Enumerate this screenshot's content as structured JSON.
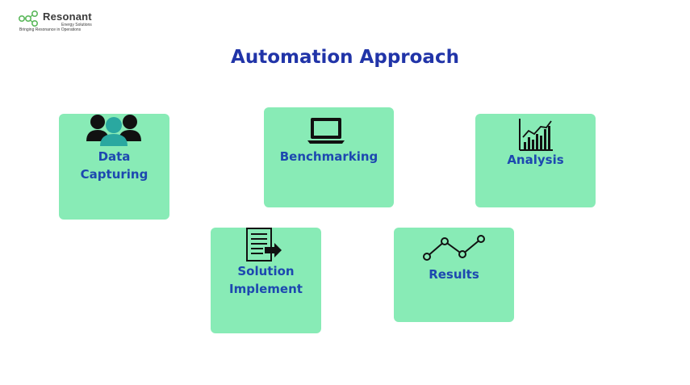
{
  "logo": {
    "name": "Resonant",
    "subtitle": "Energy Solutions",
    "tagline": "Bringing Resonance in Operations"
  },
  "title": "Automation Approach",
  "cards": [
    {
      "label": "Data\nCapturing",
      "icon": "users-icon"
    },
    {
      "label": "Benchmarking",
      "icon": "laptop-icon"
    },
    {
      "label": "Analysis",
      "icon": "bar-chart-icon"
    },
    {
      "label": "Solution\nImplement",
      "icon": "document-arrow-icon"
    },
    {
      "label": "Results",
      "icon": "line-chart-icon"
    }
  ],
  "colors": {
    "card_fill": "#88ebb6",
    "title": "#2134a8",
    "label": "#1d48b0",
    "logo_green": "#5cb85c"
  }
}
